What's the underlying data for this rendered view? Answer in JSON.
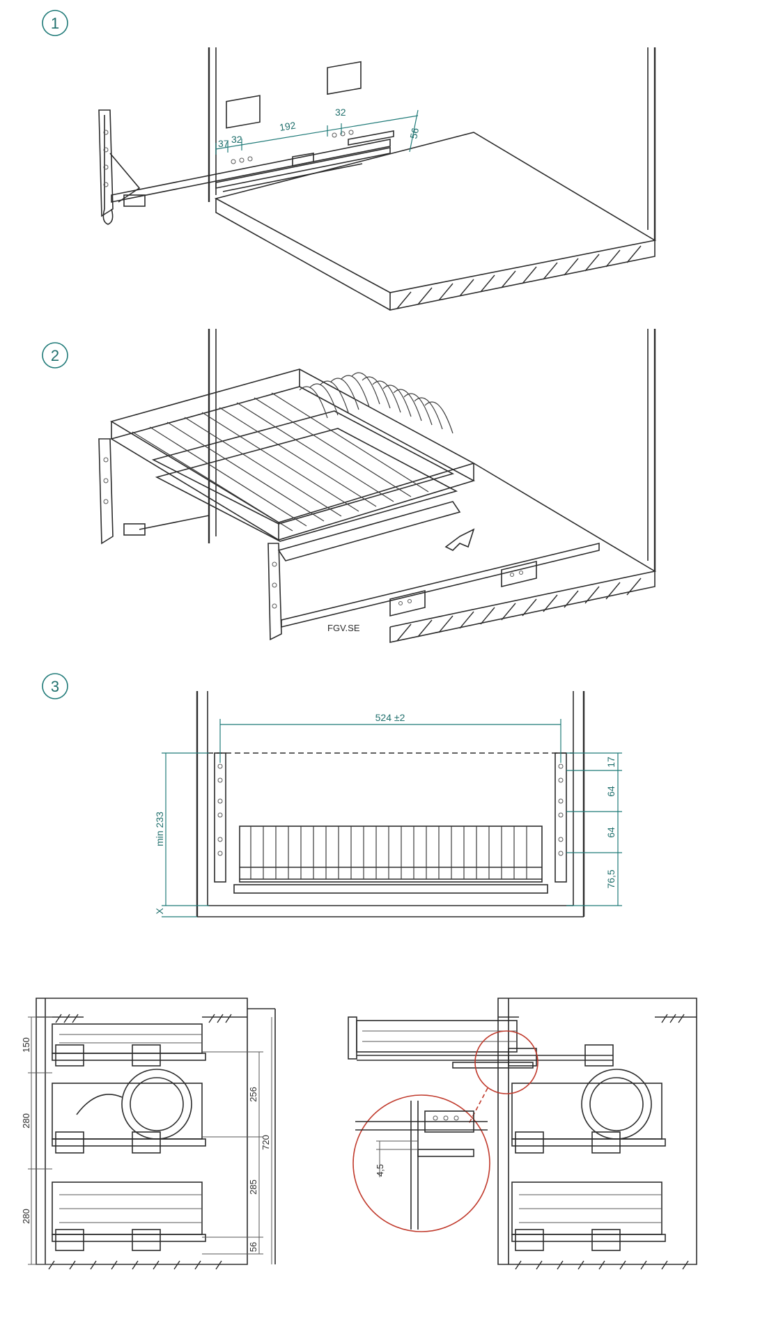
{
  "steps": {
    "step1": {
      "number": "1"
    },
    "step2": {
      "number": "2"
    },
    "step3": {
      "number": "3"
    }
  },
  "step1_dims": {
    "d37": "37",
    "d32a": "32",
    "d192": "192",
    "d32b": "32",
    "d56": "56"
  },
  "step3_dims": {
    "width": "524 ±2",
    "min_height": "min 233",
    "x": "X",
    "d17": "17",
    "d64a": "64",
    "d64b": "64",
    "d76": "76,5"
  },
  "left_view_dims": {
    "d150": "150",
    "d280a": "280",
    "d280b": "280",
    "d256": "256",
    "d285": "285",
    "d56": "56",
    "d720": "720"
  },
  "detail_dims": {
    "d45": "4,5"
  },
  "brand_label": "FGV.SE",
  "colors": {
    "dimension": "#1f7a78",
    "line": "#2b2b2b",
    "detail_circle": "#c0392b"
  }
}
